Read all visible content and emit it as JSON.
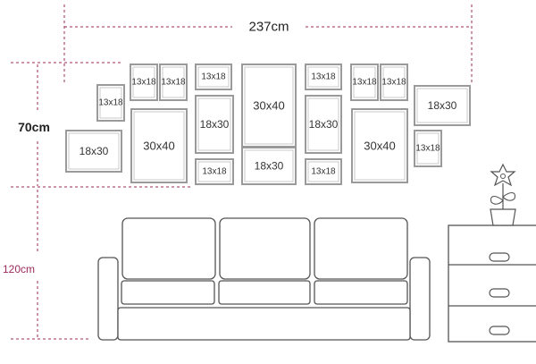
{
  "dimensions": {
    "width_label": "237cm",
    "height_label": "70cm",
    "floor_label": "120cm"
  },
  "colors": {
    "frame": "#9a9a9a",
    "dimension_line": "#9b2a5a",
    "floor_label": "#9b2a5a",
    "furniture": "#555555"
  },
  "frames": [
    {
      "label": "13x18"
    },
    {
      "label": "13x18"
    },
    {
      "label": "13x18"
    },
    {
      "label": "13x18"
    },
    {
      "label": "30x40"
    },
    {
      "label": "13x18"
    },
    {
      "label": "13x18"
    },
    {
      "label": "13x18"
    },
    {
      "label": "18x30"
    },
    {
      "label": "18x30"
    },
    {
      "label": "30x40"
    },
    {
      "label": "18x30"
    },
    {
      "label": "18x30"
    },
    {
      "label": "30x40"
    },
    {
      "label": "13x18"
    },
    {
      "label": "13x18"
    },
    {
      "label": "18x30"
    },
    {
      "label": "13x18"
    }
  ]
}
